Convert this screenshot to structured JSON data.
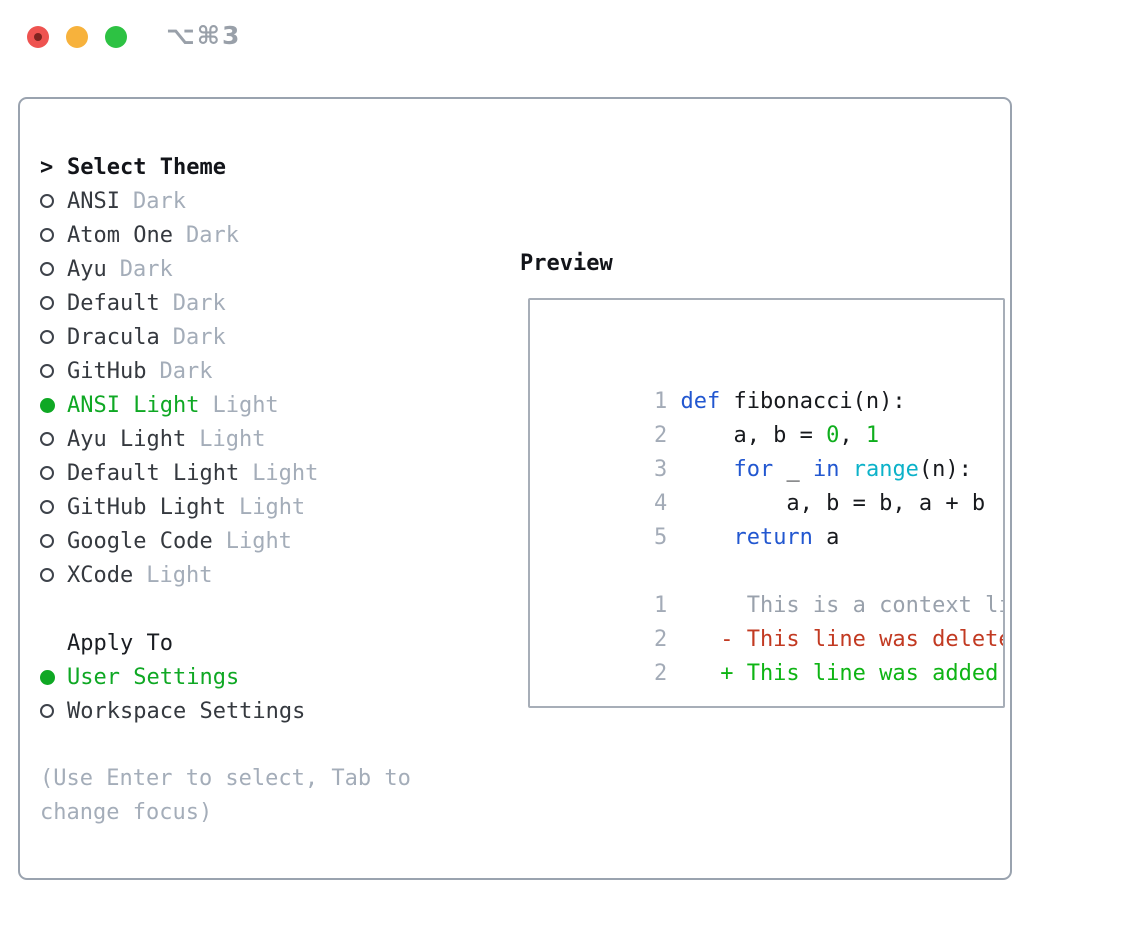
{
  "titlebar": {
    "shortcut": "⌥⌘3",
    "traffic_light_colors": {
      "close": "#ee5350",
      "minimize": "#f7b23c",
      "zoom": "#2dc243"
    }
  },
  "colors": {
    "accent_green": "#0fa824",
    "keyword_blue": "#2257d0",
    "function_cyan": "#0cb2c9",
    "deleted_red": "#c23a22",
    "added_green": "#0eb414",
    "muted_gray": "#a4adb9",
    "panel_border": "#9aa3af"
  },
  "theme_panel": {
    "heading": {
      "pointer": ">",
      "label": "Select Theme"
    },
    "items": [
      {
        "name": "ANSI",
        "variant": "Dark",
        "selected": false
      },
      {
        "name": "Atom One",
        "variant": "Dark",
        "selected": false
      },
      {
        "name": "Ayu",
        "variant": "Dark",
        "selected": false
      },
      {
        "name": "Default",
        "variant": "Dark",
        "selected": false
      },
      {
        "name": "Dracula",
        "variant": "Dark",
        "selected": false
      },
      {
        "name": "GitHub",
        "variant": "Dark",
        "selected": false
      },
      {
        "name": "ANSI Light",
        "variant": "Light",
        "selected": true
      },
      {
        "name": "Ayu Light",
        "variant": "Light",
        "selected": false
      },
      {
        "name": "Default Light",
        "variant": "Light",
        "selected": false
      },
      {
        "name": "GitHub Light",
        "variant": "Light",
        "selected": false
      },
      {
        "name": "Google Code",
        "variant": "Light",
        "selected": false
      },
      {
        "name": "XCode",
        "variant": "Light",
        "selected": false
      }
    ],
    "apply_to": {
      "heading": "Apply To",
      "options": [
        {
          "label": "User Settings",
          "selected": true
        },
        {
          "label": "Workspace Settings",
          "selected": false
        }
      ]
    },
    "hint_lines": [
      "(Use Enter to select, Tab to",
      "change focus)"
    ]
  },
  "preview": {
    "heading": "Preview",
    "code_lines": [
      {
        "n": "1",
        "segs": [
          {
            "t": "def",
            "c": "kw"
          },
          {
            "t": " fibonacci(n):",
            "c": "pl"
          }
        ]
      },
      {
        "n": "2",
        "segs": [
          {
            "t": "    a, b = ",
            "c": "pl"
          },
          {
            "t": "0",
            "c": "num"
          },
          {
            "t": ", ",
            "c": "pl"
          },
          {
            "t": "1",
            "c": "num"
          }
        ]
      },
      {
        "n": "3",
        "segs": [
          {
            "t": "    ",
            "c": "pl"
          },
          {
            "t": "for",
            "c": "kw"
          },
          {
            "t": " _ ",
            "c": "pl"
          },
          {
            "t": "in",
            "c": "kw"
          },
          {
            "t": " ",
            "c": "pl"
          },
          {
            "t": "range",
            "c": "fn"
          },
          {
            "t": "(n):",
            "c": "pl"
          }
        ]
      },
      {
        "n": "4",
        "segs": [
          {
            "t": "        a, b = b, a + b",
            "c": "pl"
          }
        ]
      },
      {
        "n": "5",
        "segs": [
          {
            "t": "    ",
            "c": "pl"
          },
          {
            "t": "return",
            "c": "kw"
          },
          {
            "t": " a",
            "c": "pl"
          }
        ]
      }
    ],
    "diff_lines": [
      {
        "n": "1",
        "text": "     This is a context line.",
        "kind": "context"
      },
      {
        "n": "2",
        "text": "   - This line was deleted.",
        "kind": "deleted"
      },
      {
        "n": "2",
        "text": "   + This line was added.",
        "kind": "added"
      }
    ]
  }
}
